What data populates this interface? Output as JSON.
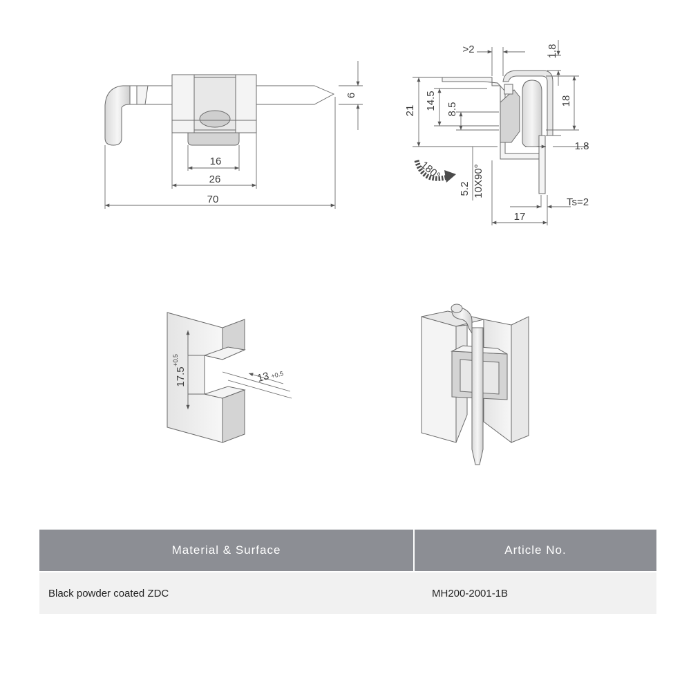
{
  "top_view": {
    "dim_16": "16",
    "dim_26": "26",
    "dim_70": "70",
    "dim_6": "6"
  },
  "side_view": {
    "dim_gt2": ">2",
    "dim_1_8_top": "1.8",
    "dim_21": "21",
    "dim_14_5": "14.5",
    "dim_8_5": "8.5",
    "dim_18": "18",
    "dim_1_8_mid": "1.8",
    "angle_180": "180°",
    "dim_5_2": "5.2",
    "dim_10x90": "10X90°",
    "ts_2": "Ts=2",
    "dim_17": "17"
  },
  "cutout_view": {
    "dim_17_5": "17.5",
    "tol_17_5": "+0.5",
    "dim_13": "13",
    "tol_13": "+0.5"
  },
  "table": {
    "headers": [
      "Material & Surface",
      "Article No."
    ],
    "row": {
      "material": "Black powder coated ZDC",
      "article_no": "MH200-2001-1B"
    }
  }
}
